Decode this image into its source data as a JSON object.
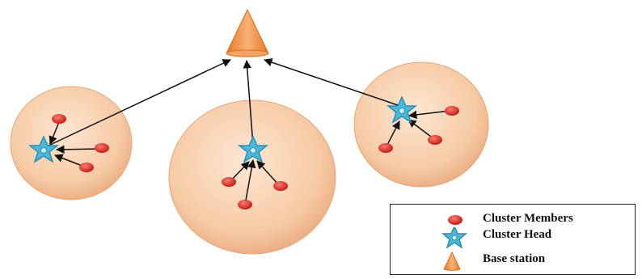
{
  "legend": {
    "items": [
      {
        "key": "member",
        "label": "Cluster Members",
        "icon": "red-circle-icon",
        "color": "#d42a24"
      },
      {
        "key": "head",
        "label": "Cluster Head",
        "icon": "blue-star-icon",
        "color": "#4ab8d8"
      },
      {
        "key": "base",
        "label": "Base station",
        "icon": "orange-cone-icon",
        "color": "#f39a4b"
      }
    ]
  },
  "colors": {
    "cluster_fill": "#f5cba8",
    "member": "#d42a24",
    "head": "#4ab8d8",
    "base": "#f39a4b",
    "arrow": "#111111"
  },
  "clusters": [
    {
      "name": "cluster-left",
      "members": 3
    },
    {
      "name": "cluster-center",
      "members": 3
    },
    {
      "name": "cluster-right",
      "members": 3
    }
  ]
}
